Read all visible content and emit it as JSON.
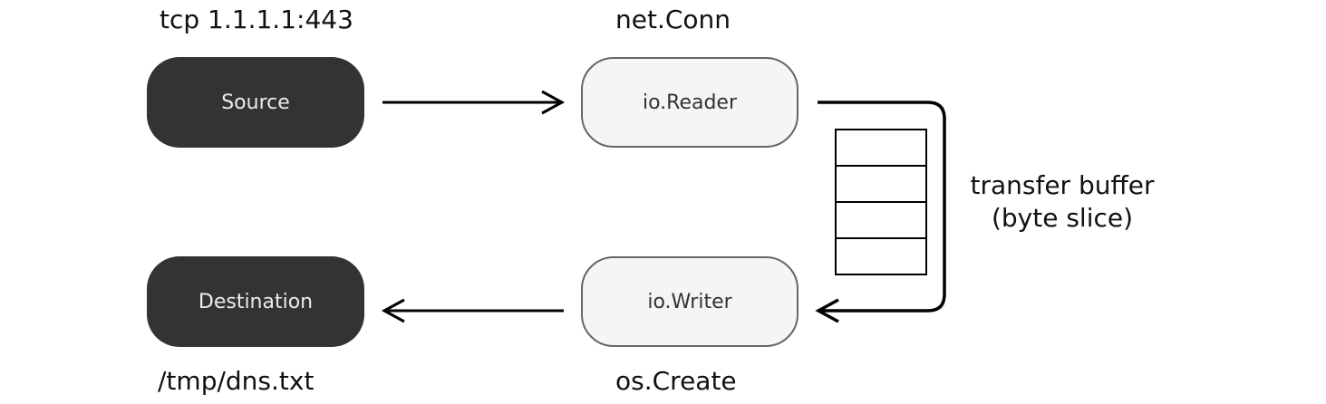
{
  "labels": {
    "source_address": "tcp 1.1.1.1:443",
    "reader_impl": "net.Conn",
    "destination_path": "/tmp/dns.txt",
    "writer_impl": "os.Create"
  },
  "nodes": {
    "source": "Source",
    "reader": "io.Reader",
    "destination": "Destination",
    "writer": "io.Writer"
  },
  "buffer": {
    "line1": "transfer buffer",
    "line2": "(byte slice)",
    "cell_count": 4
  },
  "colors": {
    "dark_node": "#333333",
    "light_node": "#f5f5f5",
    "stroke": "#000000"
  }
}
